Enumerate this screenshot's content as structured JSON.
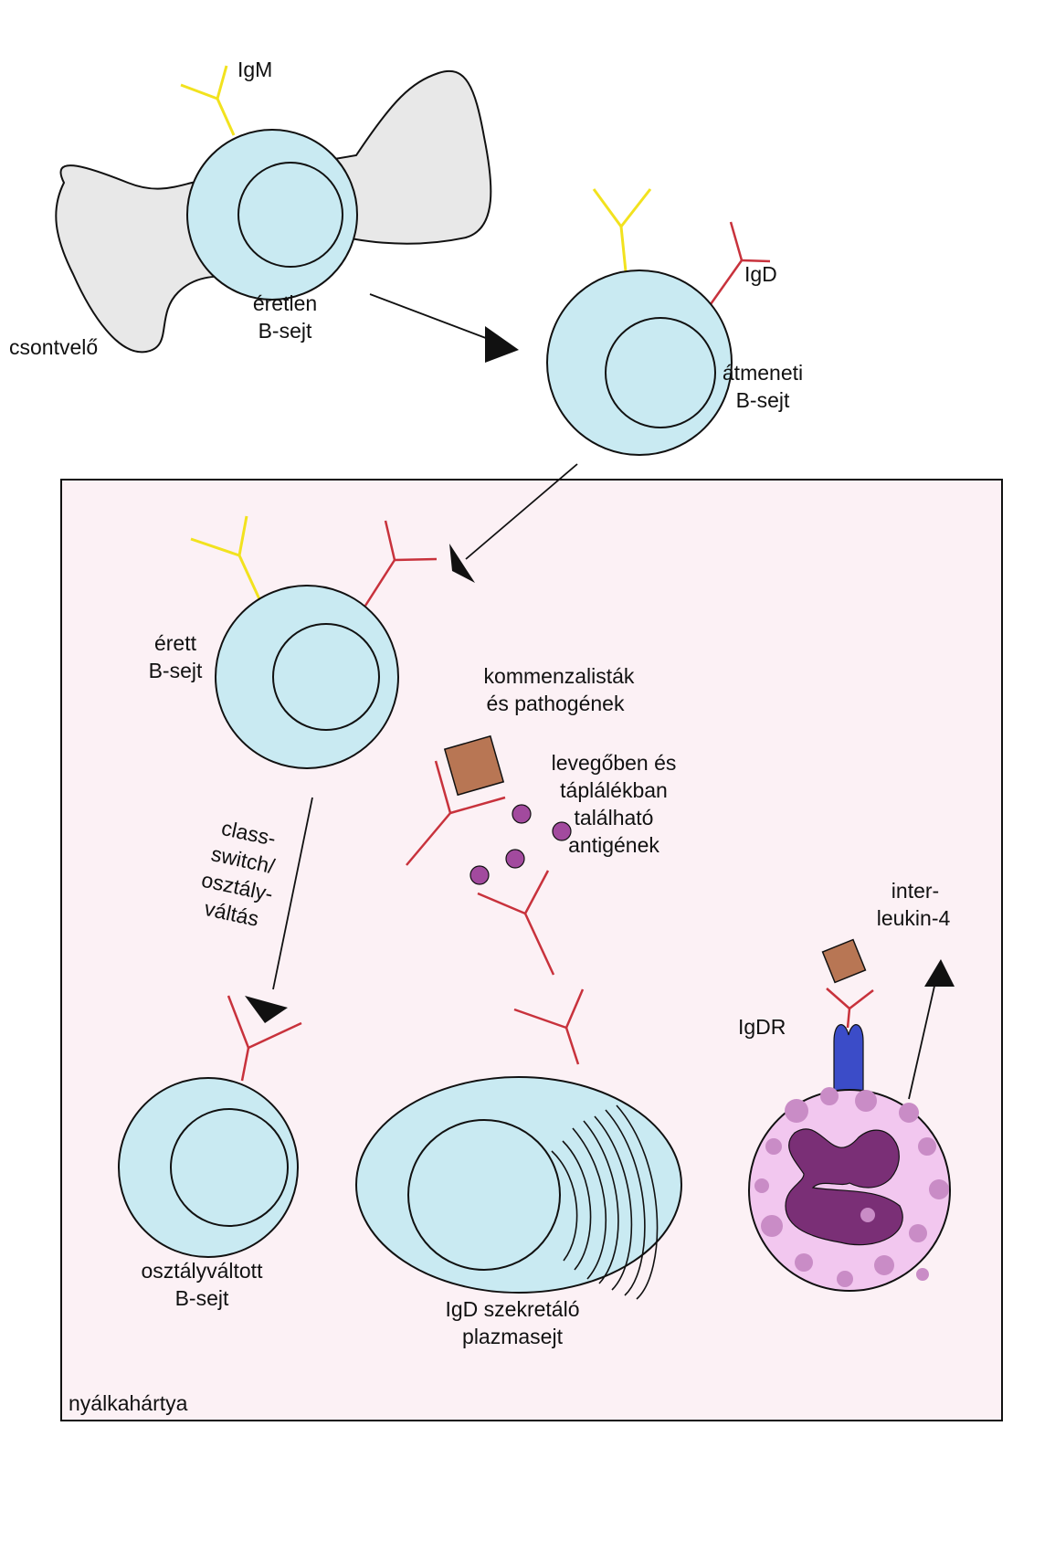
{
  "colors": {
    "cell_fill": "#c9eaf2",
    "outline": "#111111",
    "marrow_fill": "#e8e8e8",
    "mucosa_fill": "#fcf1f5",
    "igm": "#f2e21e",
    "igd": "#c8323c",
    "antigen_particle": "#b87654",
    "airborne_antigen": "#a24a9e",
    "receptor": "#3b4cc8",
    "basophil_fill": "#f2c7ef",
    "basophil_granule": "#c98cc6",
    "basophil_nucleus": "#7a2f76"
  },
  "labels": {
    "igm": "IgM",
    "marrow": "csontvelő",
    "immature_line1": "éretlen",
    "immature_line2": "B-sejt",
    "igd": "IgD",
    "transitional_line1": "átmeneti",
    "transitional_line2": "B-sejt",
    "mature_line1": "érett",
    "mature_line2": "B-sejt",
    "commensal_line1": "kommenzalisták",
    "commensal_line2": "és pathogének",
    "airborne_line1": "levegőben és",
    "airborne_line2": "táplálékban",
    "airborne_line3": "található",
    "airborne_line4": "antigének",
    "switch_line1": "class-",
    "switch_line2": "switch/",
    "switch_line3": "osztály-",
    "switch_line4": "váltás",
    "interleukin_line1": "inter-",
    "interleukin_line2": "leukin-4",
    "igdr": "IgDR",
    "switched_line1": "osztályváltott",
    "switched_line2": "B-sejt",
    "plasma_line1": "IgD szekretáló",
    "plasma_line2": "plazmasejt",
    "mucosa": "nyálkahártya"
  }
}
